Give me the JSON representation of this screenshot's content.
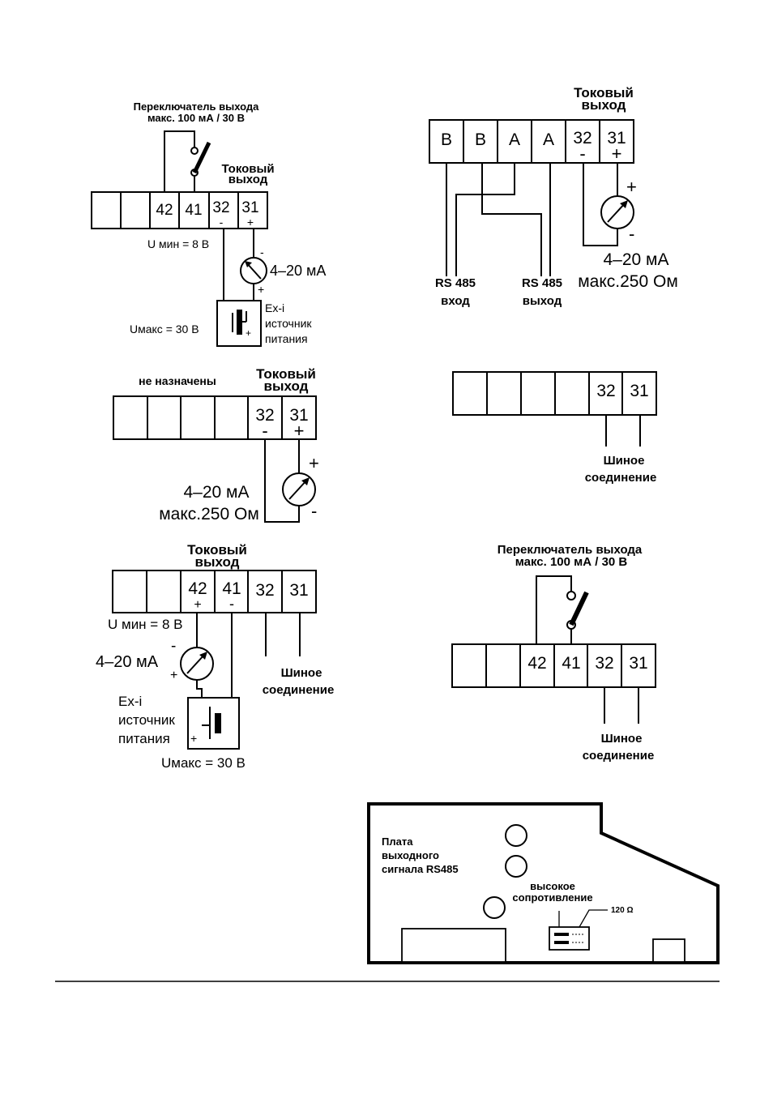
{
  "colors": {
    "ink": "#000000",
    "paper": "#ffffff"
  },
  "icons": [
    "switch-icon",
    "ammeter-icon",
    "battery-icon",
    "jumper-icon"
  ],
  "labels": {
    "switch_title_1": "Переключатель выхода",
    "switch_title_2": "макс. 100 мА / 30 В",
    "current_out_1": "Токовый",
    "current_out_2": "выход",
    "u_min": "U мин = 8 В",
    "u_max": "Uмакс = 30 В",
    "exi": "Ex-i",
    "source_1": "источник",
    "source_2": "питания",
    "ma": "4–20 мА",
    "ohm": "макс.250 Ом",
    "unassigned": "не назначены",
    "bus_1": "Шиное",
    "bus_2": "соединение",
    "rs485": "RS 485",
    "rs_in": "вход",
    "rs_out": "выход",
    "board_1": "Плата",
    "board_2": "выходного",
    "board_3": "сигнала RS485",
    "hi_1": "высокое",
    "hi_2": "сопротивление",
    "r120": "120 Ω"
  },
  "terminals": {
    "t42": "42",
    "t41": "41",
    "t32": "32",
    "t31": "31",
    "tB": "B",
    "tA": "A"
  },
  "signs": {
    "plus": "+",
    "minus": "-"
  }
}
